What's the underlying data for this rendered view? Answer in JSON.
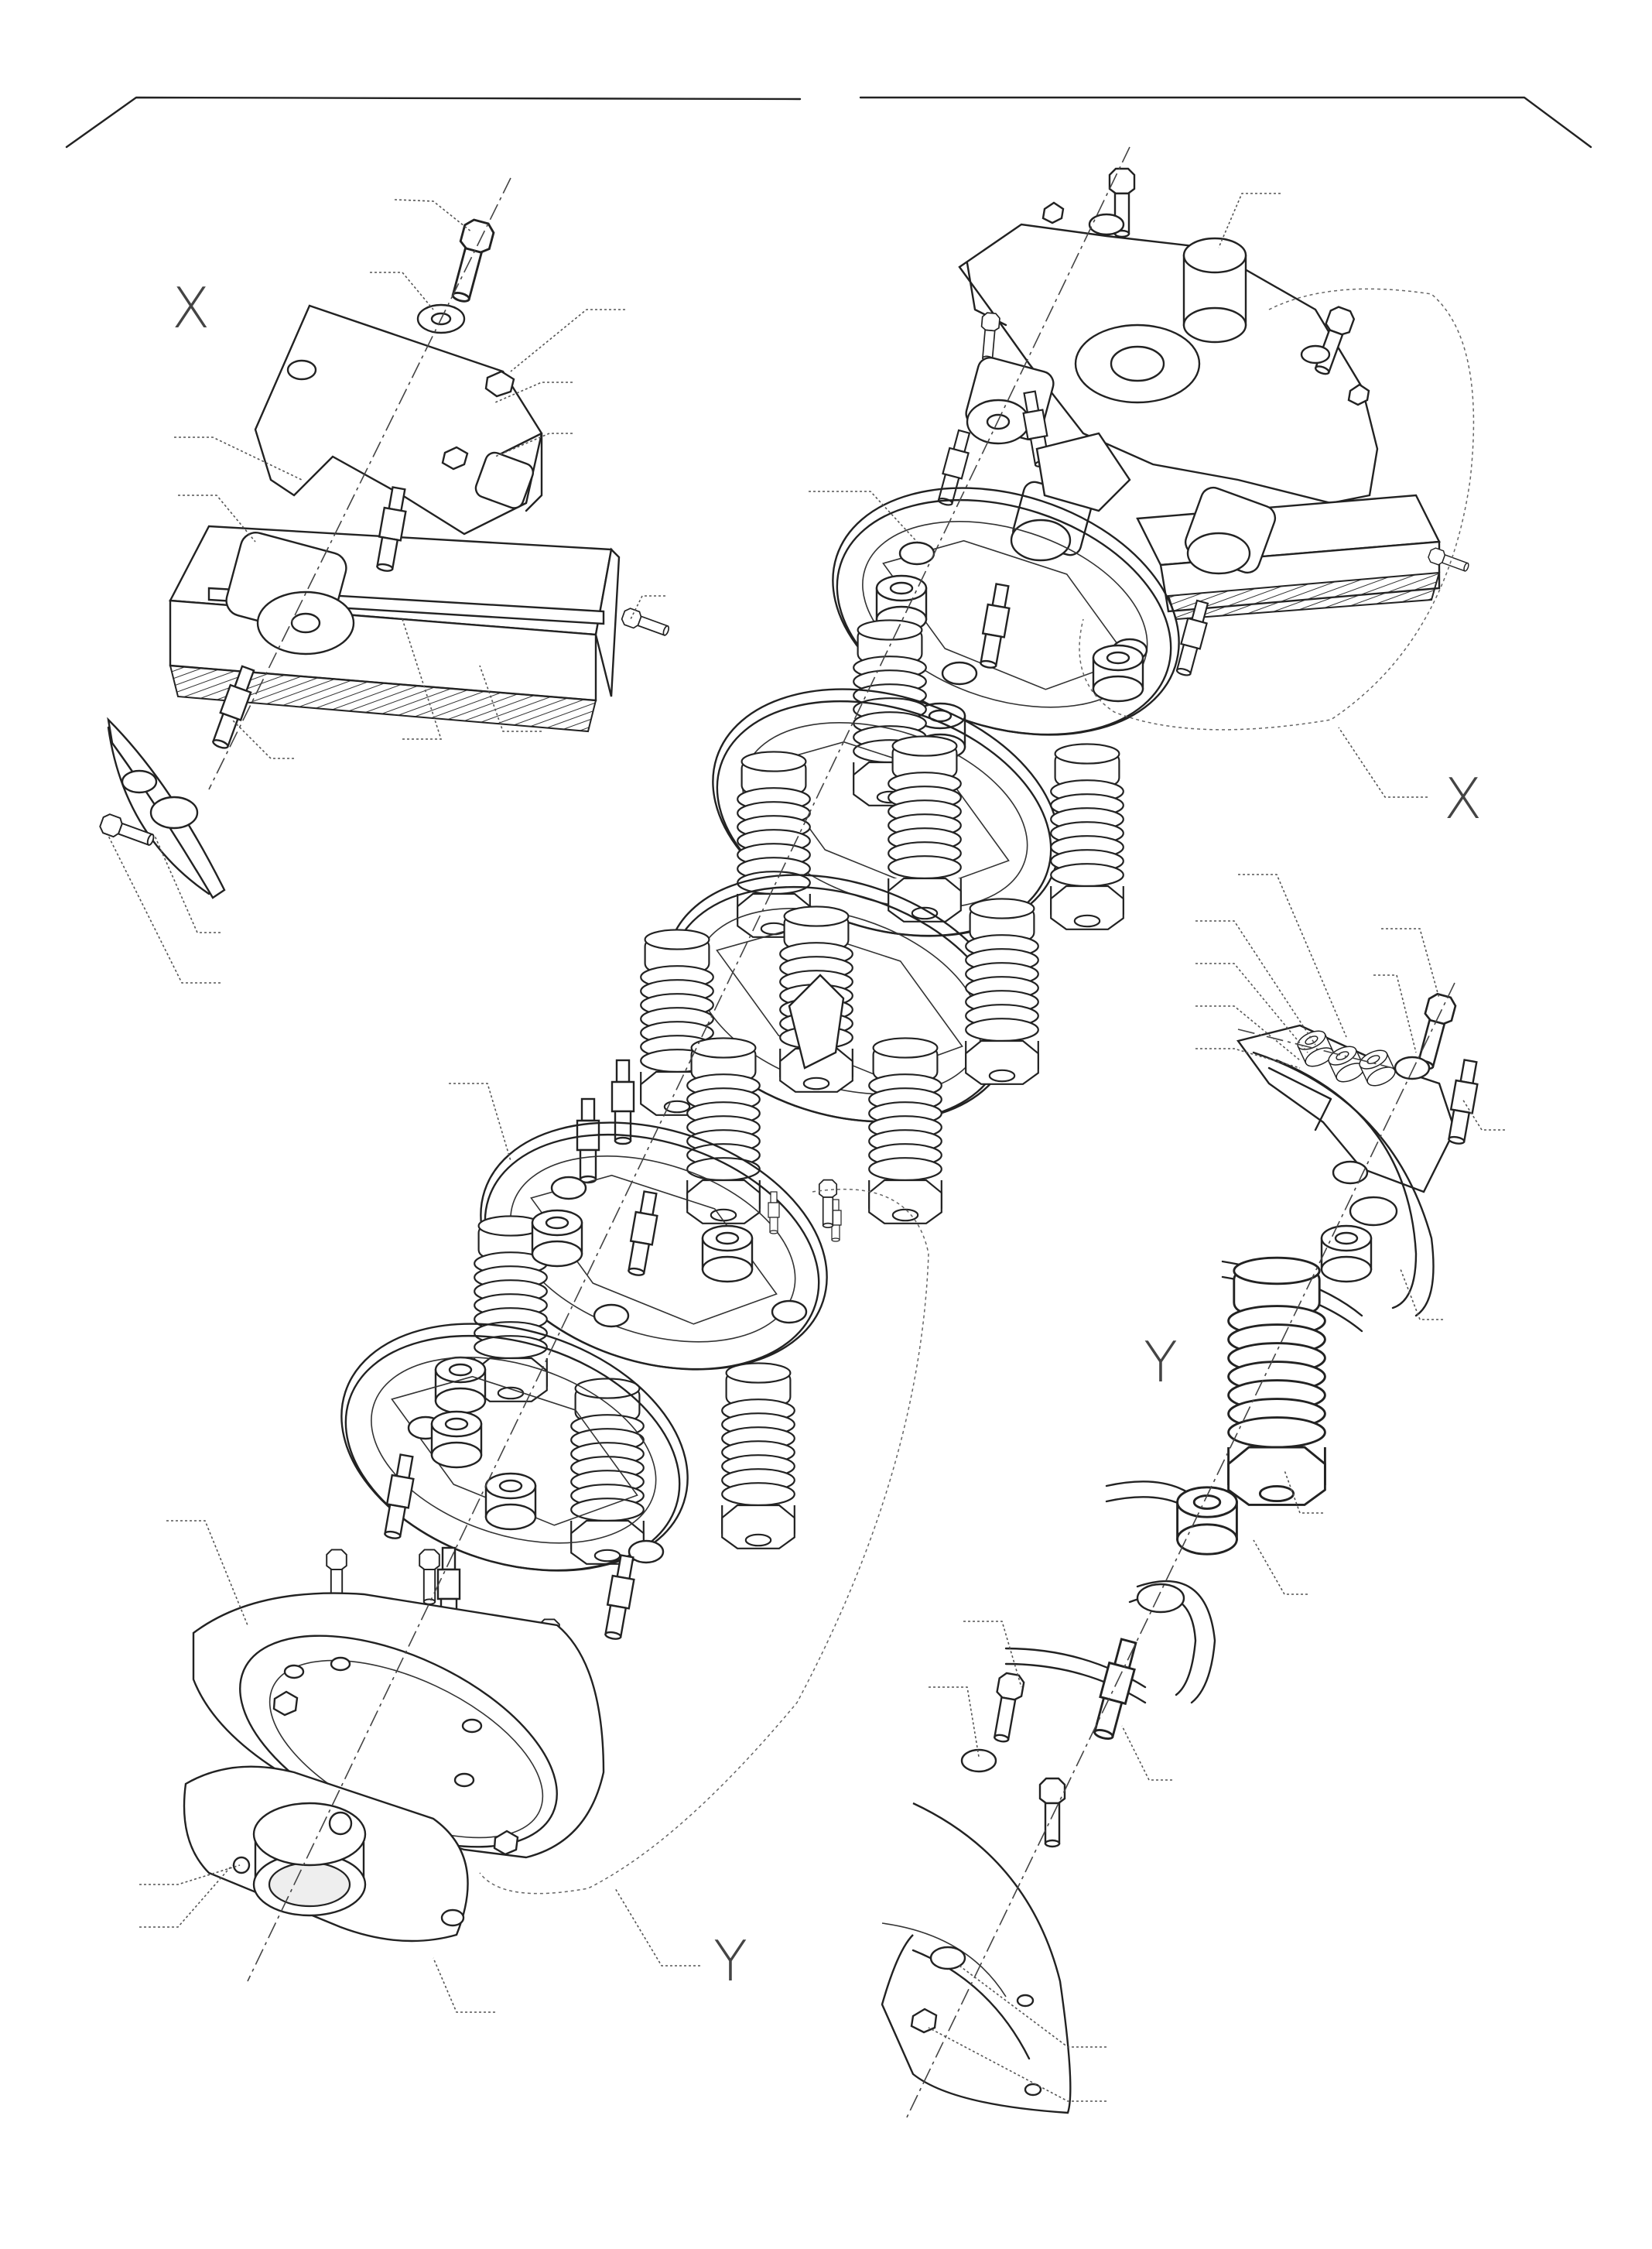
{
  "labels": {
    "detail_x_top_left": "X",
    "detail_x_callout": "X",
    "detail_y_right": "Y",
    "detail_y_callout": "Y"
  },
  "colors": {
    "line": "#222222",
    "background": "#ffffff"
  },
  "icons": [
    "exploded-assembly-drawing"
  ]
}
